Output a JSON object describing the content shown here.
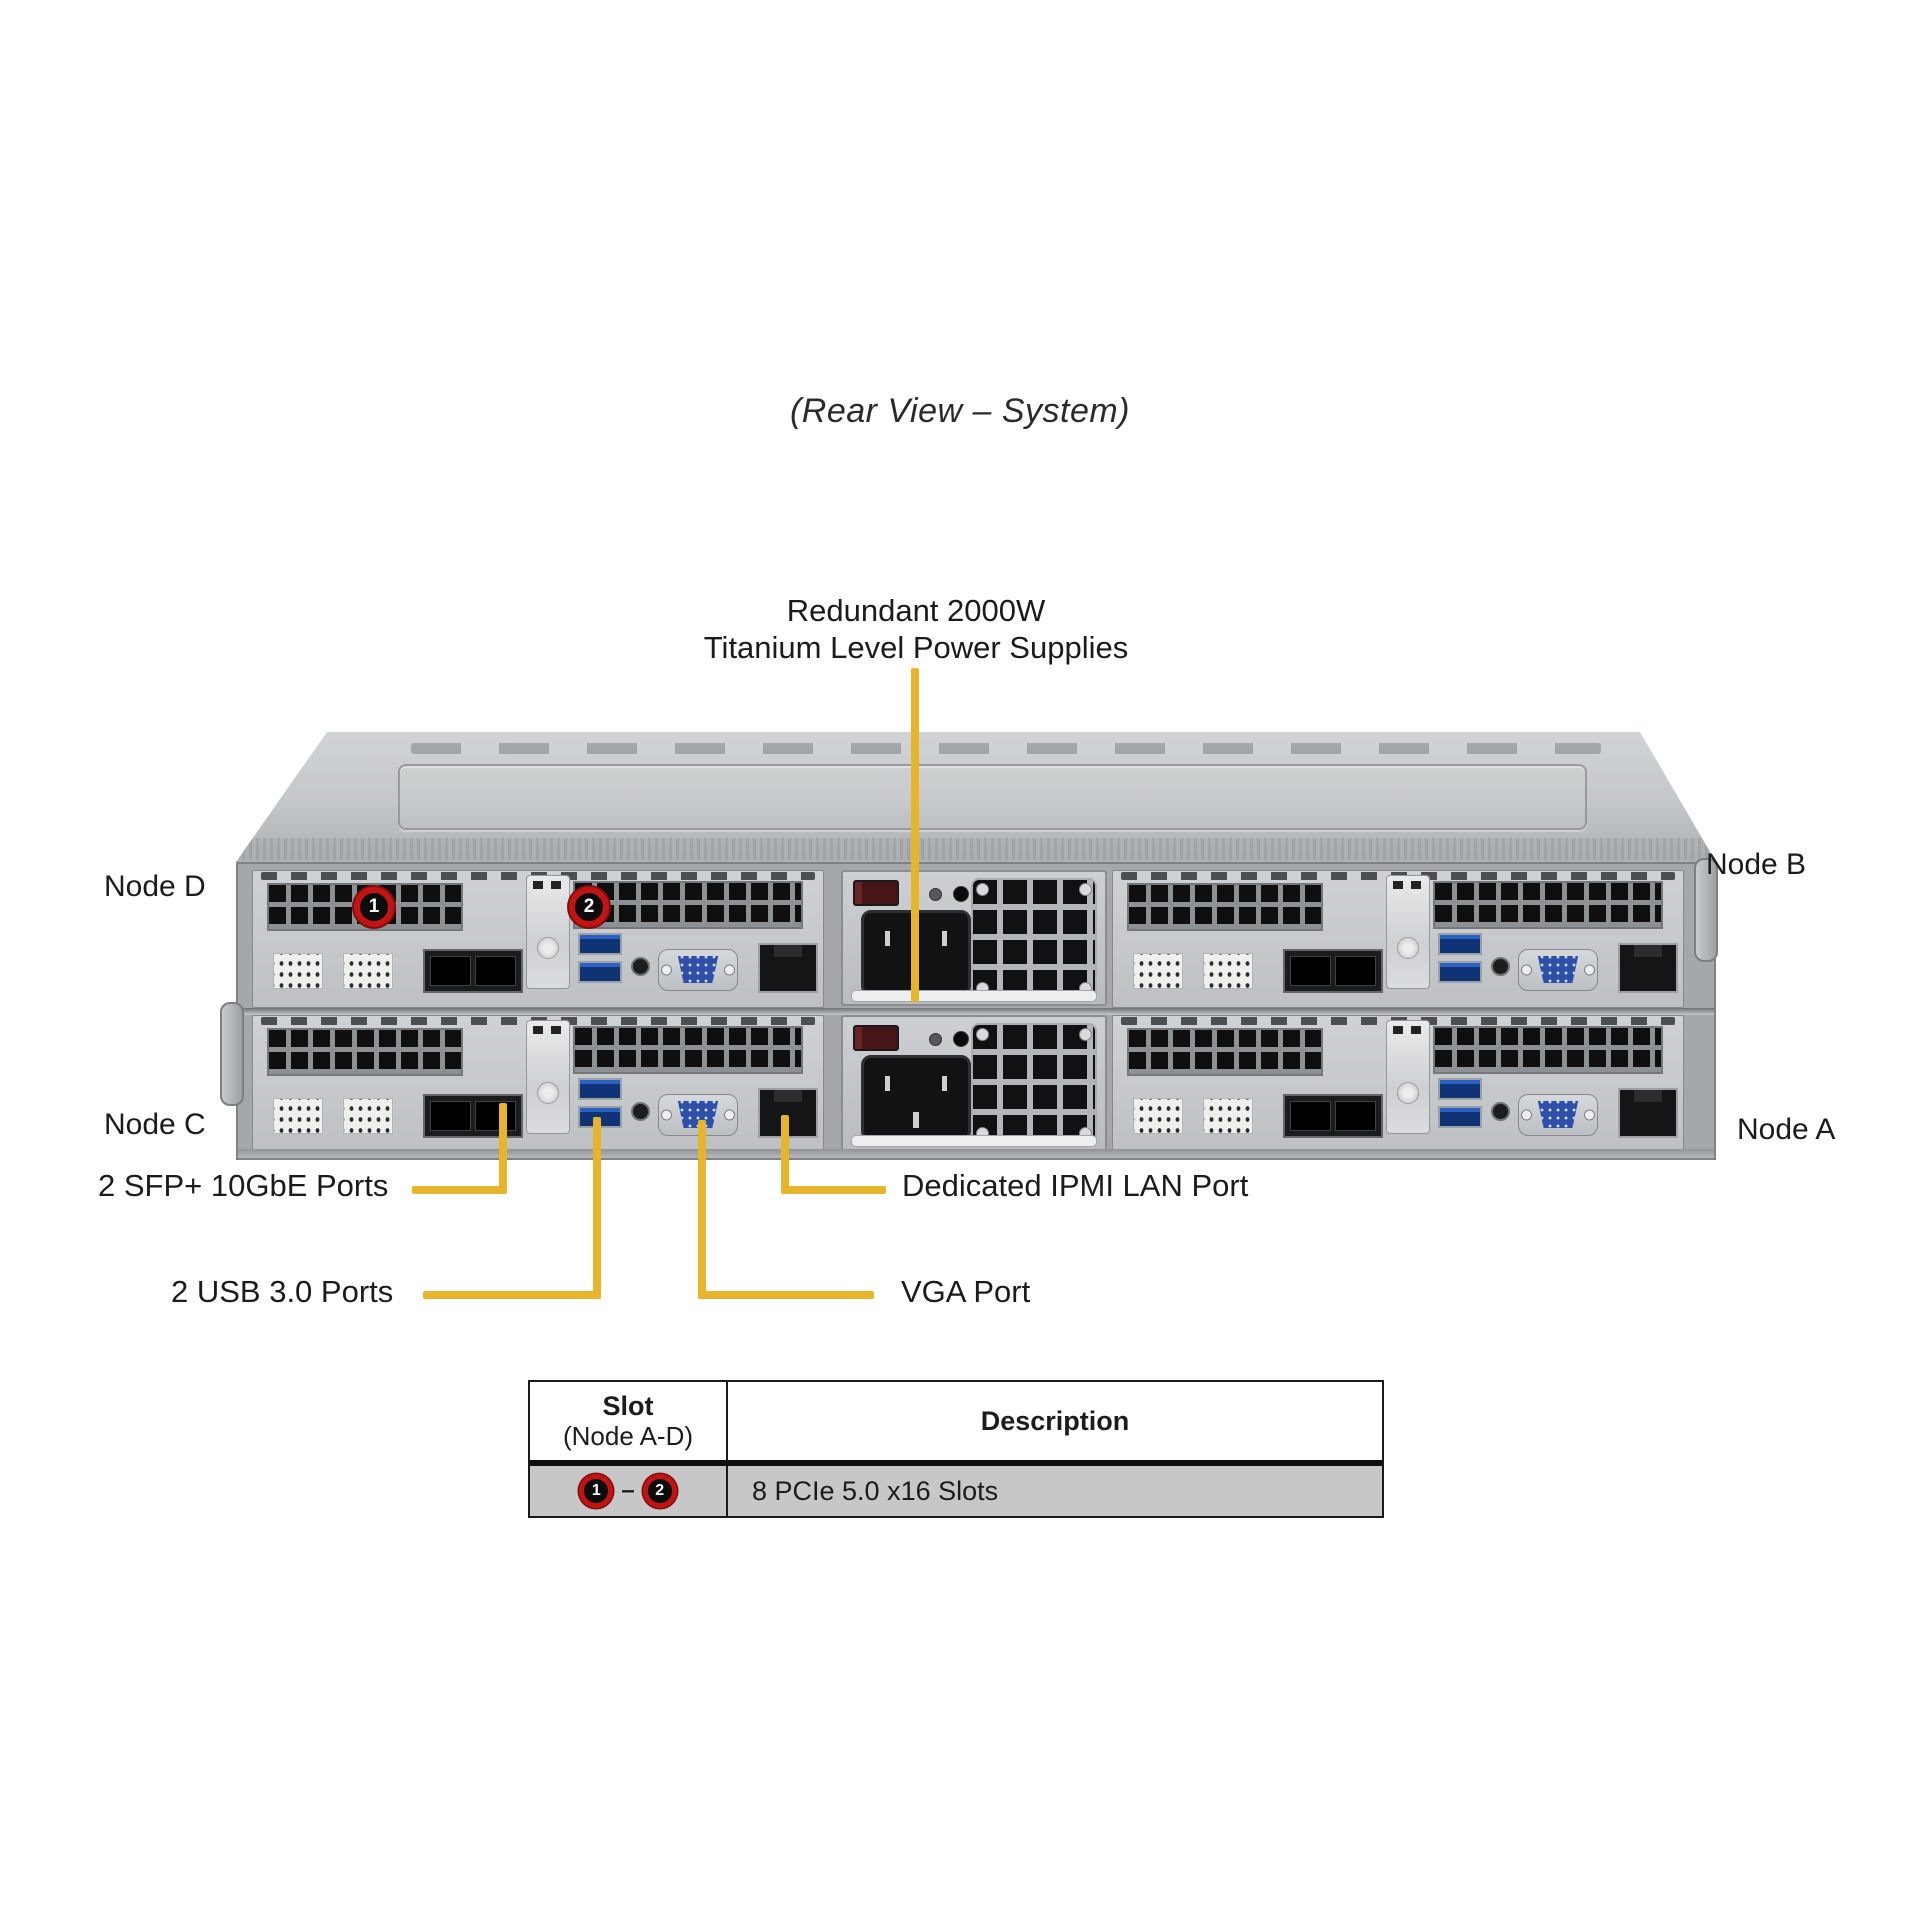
{
  "title": "(Rear View – System)",
  "psu_callout": {
    "line1": "Redundant 2000W",
    "line2": "Titanium Level Power Supplies"
  },
  "node_labels": {
    "top_left": "Node D",
    "top_right": "Node B",
    "bottom_left": "Node C",
    "bottom_right": "Node A"
  },
  "port_callouts": {
    "sfp": "2 SFP+ 10GbE Ports",
    "usb": "2 USB 3.0 Ports",
    "ipmi": "Dedicated IPMI  LAN Port",
    "vga": "VGA Port"
  },
  "slot_badges": {
    "slot1": "1",
    "slot2": "2",
    "separator": "–"
  },
  "table": {
    "header": {
      "col1_line1": "Slot",
      "col1_line2": "(Node A-D)",
      "col2": "Description"
    },
    "rows": [
      {
        "slot_from": "1",
        "slot_to": "2",
        "description": "8 PCIe 5.0 x16 Slots"
      }
    ]
  },
  "colors": {
    "callout_yellow": "#E7B52C",
    "badge_ring_red": "#C31414",
    "table_row_bg": "#C7C7C7"
  }
}
